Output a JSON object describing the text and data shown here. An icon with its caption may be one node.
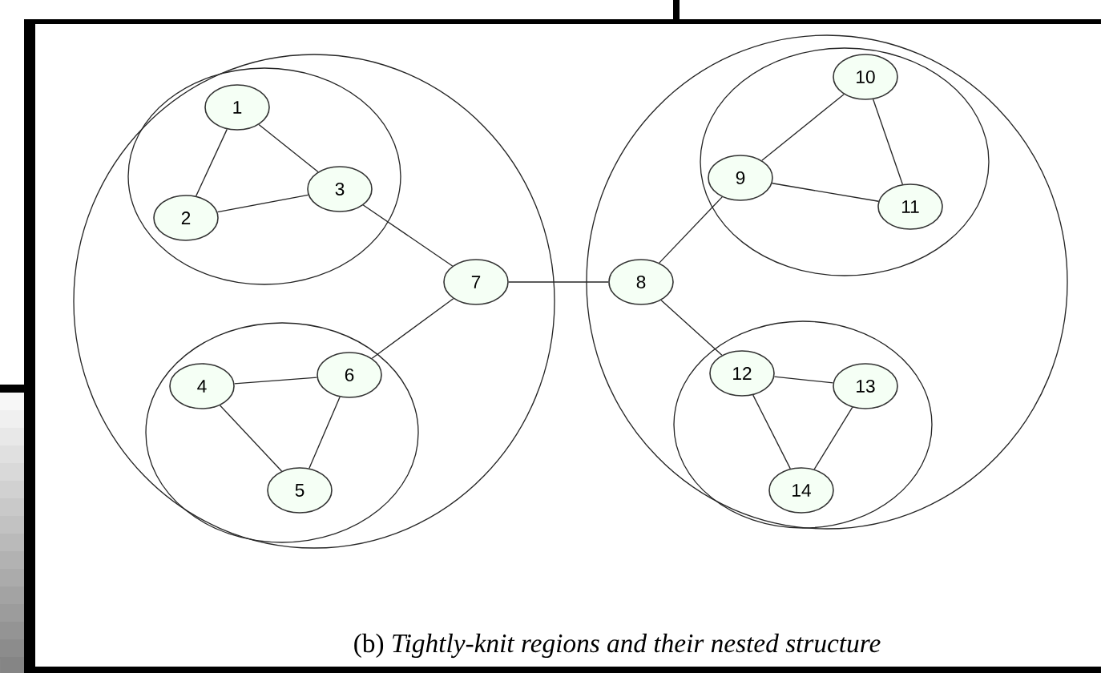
{
  "diagram": {
    "caption": "(b) *Tightly-knit regions and their nested structure*",
    "nodes": [
      {
        "text": [],
        "shape": "circle"
      },
      {
        "text": [],
        "shape": "circle",
        "in": 0
      },
      {
        "text": [
          "1"
        ],
        "in": 1
      },
      {
        "text": [
          "2"
        ],
        "in": 1
      },
      {
        "text": [
          "3"
        ],
        "in": 1
      },
      {
        "text": [
          "7"
        ],
        "in": 0
      },
      {
        "text": [],
        "shape": "circle",
        "in": 0
      },
      {
        "text": [
          "4"
        ],
        "in": 6
      },
      {
        "text": [
          "6"
        ],
        "in": 6
      },
      {
        "text": [
          "5"
        ],
        "in": 6
      },
      {
        "text": [],
        "shape": "circle"
      },
      {
        "text": [],
        "shape": "circle",
        "in": 10
      },
      {
        "text": [
          "10"
        ],
        "in": 11
      },
      {
        "text": [
          "9"
        ],
        "in": 11
      },
      {
        "text": [
          "11"
        ],
        "in": 11
      },
      {
        "text": [
          "8"
        ],
        "in": 10
      },
      {
        "text": [],
        "shape": "circle",
        "in": 10
      },
      {
        "text": [
          "12"
        ],
        "in": 16
      },
      {
        "text": [
          "13"
        ],
        "in": 16
      },
      {
        "text": [
          "14"
        ],
        "in": 16
      }
    ],
    "edges": [
      {
        "from": 2,
        "to": 3,
        "arrow": "none"
      },
      {
        "from": 2,
        "to": 4,
        "arrow": "none"
      },
      {
        "from": 3,
        "to": 4,
        "arrow": "none"
      },
      {
        "from": 4,
        "to": 5,
        "arrow": "none"
      },
      {
        "from": 5,
        "to": 8,
        "arrow": "none"
      },
      {
        "from": 7,
        "to": 8,
        "arrow": "none"
      },
      {
        "from": 7,
        "to": 9,
        "arrow": "none"
      },
      {
        "from": 8,
        "to": 9,
        "arrow": "none"
      },
      {
        "from": 5,
        "to": 15,
        "arrow": "none"
      },
      {
        "from": 15,
        "to": 13,
        "arrow": "none"
      },
      {
        "from": 13,
        "to": 12,
        "arrow": "none"
      },
      {
        "from": 13,
        "to": 14,
        "arrow": "none"
      },
      {
        "from": 12,
        "to": 14,
        "arrow": "none"
      },
      {
        "from": 15,
        "to": 17,
        "arrow": "none"
      },
      {
        "from": 17,
        "to": 18,
        "arrow": "none"
      },
      {
        "from": 17,
        "to": 19,
        "arrow": "none"
      },
      {
        "from": 18,
        "to": 19,
        "arrow": "none"
      }
    ]
  }
}
